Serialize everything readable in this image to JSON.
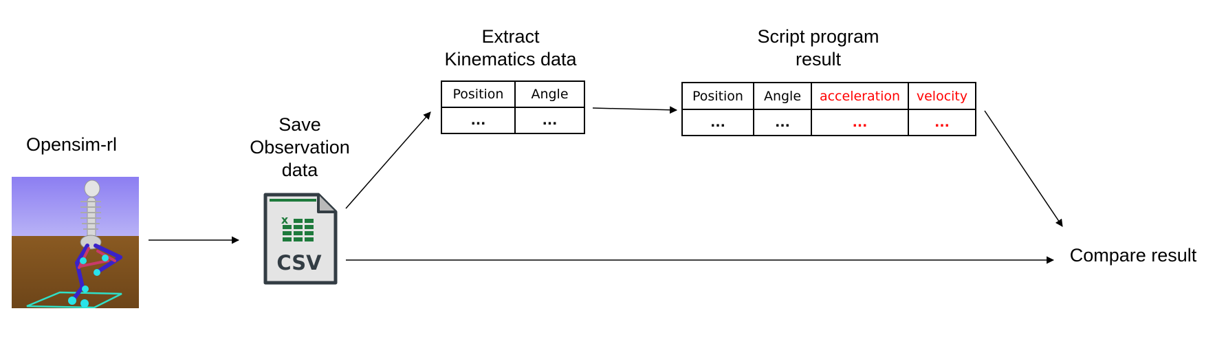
{
  "nodes": {
    "opensim_label": "Opensim-rl",
    "save_label": "Save\nObservation\ndata",
    "extract_label": "Extract\nKinematics data",
    "script_label": "Script program\nresult",
    "compare_label": "Compare result"
  },
  "csv_icon": {
    "text": "CSV",
    "badge": "x",
    "icon": "excel-csv-file-icon",
    "accent": "#1e7a3c"
  },
  "extract_table": {
    "headers": [
      "Position",
      "Angle"
    ],
    "values": [
      "...",
      "..."
    ]
  },
  "script_table": {
    "headers": [
      "Position",
      "Angle",
      "acceleration",
      "velocity"
    ],
    "values": [
      "...",
      "...",
      "...",
      "..."
    ],
    "highlight_color": "#ff0000"
  }
}
